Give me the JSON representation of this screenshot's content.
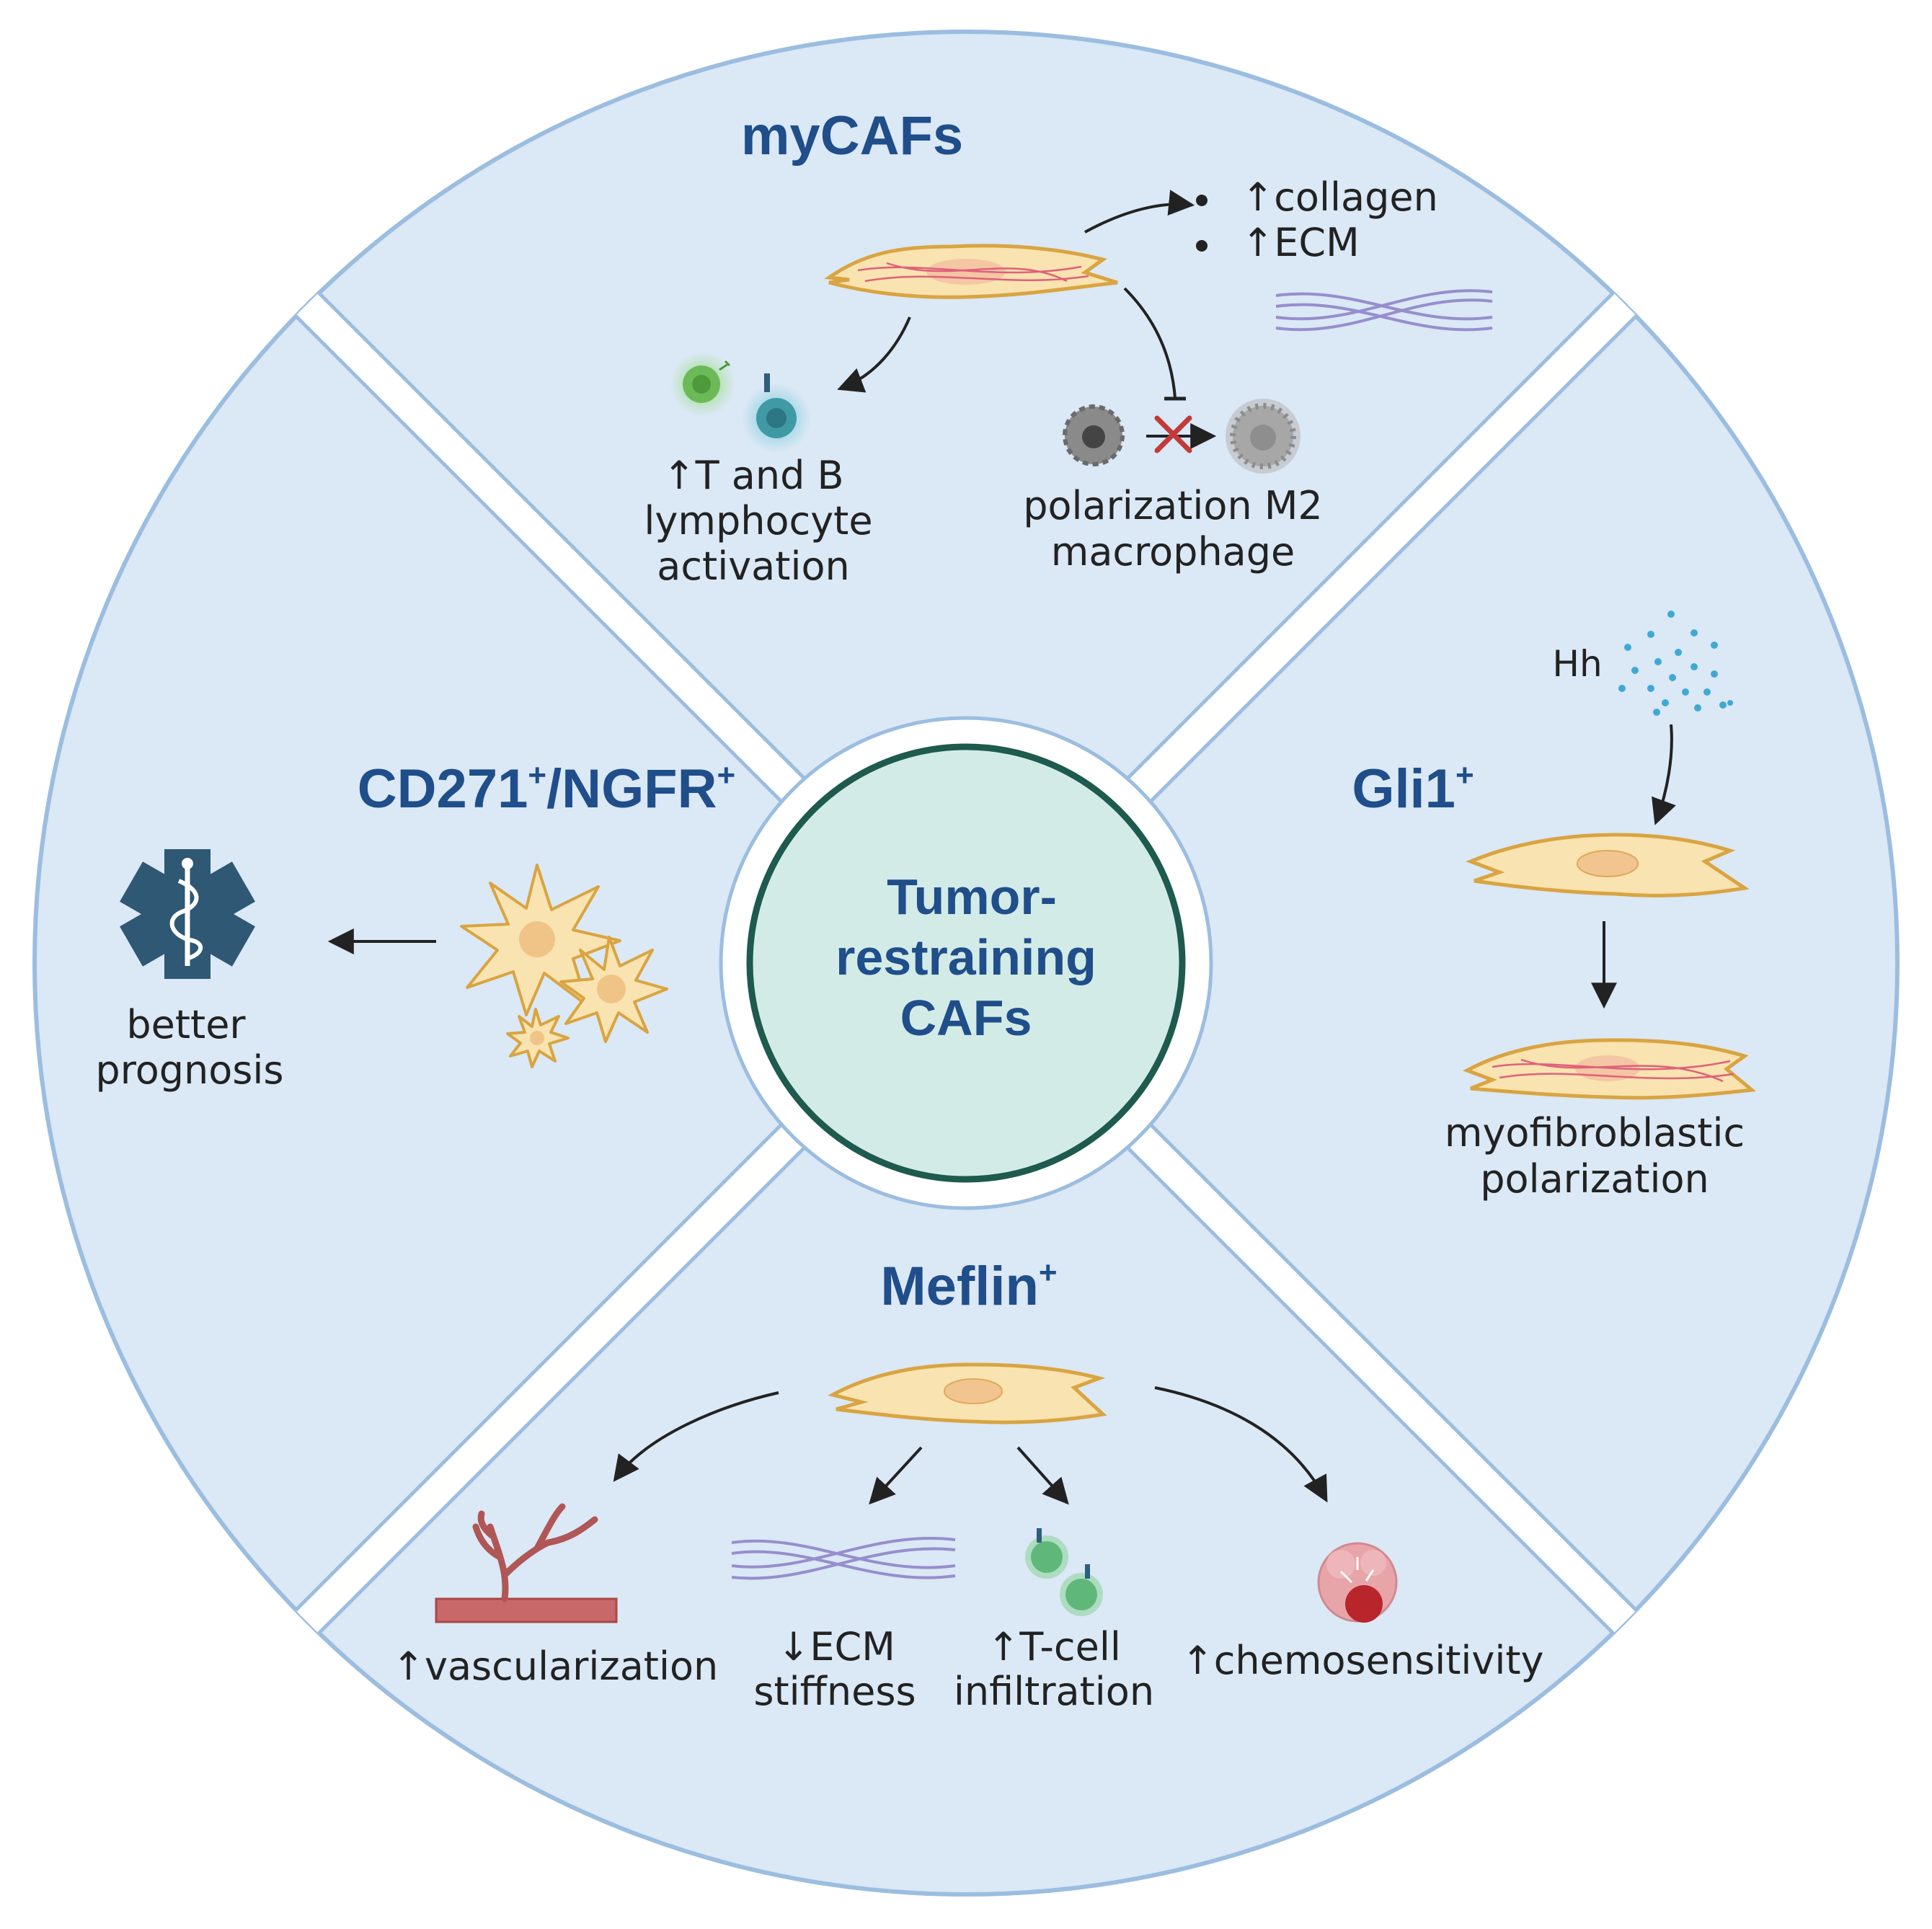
{
  "center": {
    "lines": [
      "Tumor-",
      "restraining",
      "CAFs"
    ]
  },
  "top": {
    "title": "myCAFs",
    "bullets": [
      "↑collagen",
      "↑ECM"
    ],
    "lymph_lines": [
      "↑T and B",
      "lymphocyte",
      "activation"
    ],
    "macro_lines": [
      "polarization M2",
      "macrophage"
    ]
  },
  "left": {
    "title_main": "CD271",
    "title_sup1": "+",
    "title_mid": "/NGFR",
    "title_sup2": "+",
    "outcome_lines": [
      "better",
      "prognosis"
    ]
  },
  "right": {
    "title_main": "Gli1",
    "title_sup": "+",
    "signal": "Hh",
    "outcome_lines": [
      "myofibroblastic",
      "polarization"
    ]
  },
  "bottom": {
    "title_main": "Meflin",
    "title_sup": "+",
    "effects": {
      "vasc": [
        "↑vascularization"
      ],
      "ecm": [
        "↓ECM",
        "stiffness"
      ],
      "tcell": [
        "↑T-cell",
        "infiltration"
      ],
      "chemo": [
        "↑chemosensitivity"
      ]
    }
  },
  "colors": {
    "disk_fill": "#dbe8f5",
    "disk_stroke": "#9bbde0",
    "title": "#1f4e8a",
    "center_fill": "#d3ebe7",
    "center_stroke": "#1e5a4e",
    "cell_fill": "#f9e3b0",
    "cell_stroke": "#d9a441",
    "caduceus": "#2e5873"
  }
}
